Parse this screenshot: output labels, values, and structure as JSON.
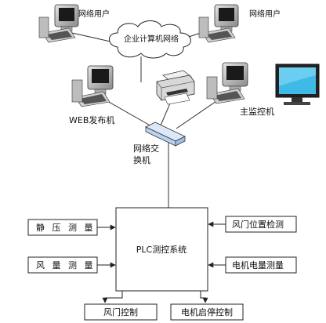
{
  "network": {
    "user_left": "网络用户",
    "user_right": "网络用户",
    "cloud": "企业计算机网络",
    "web_server": "WEB发布机",
    "main_monitor": "主监控机",
    "switch_line1": "网络交",
    "switch_line2": "换机"
  },
  "plc": {
    "title": "PLC测控系统"
  },
  "inputs": {
    "static_pressure": "静 压 测 量",
    "air_volume": "风 量 测 量",
    "damper_position": "风门位置检测",
    "motor_power": "电机电量测量"
  },
  "outputs": {
    "damper_control": "风门控制",
    "motor_control": "电机启停控制"
  },
  "colors": {
    "monitor_screen": "#3fb9e6",
    "switch_blue": "#b9d2f2",
    "cloud_fill": "#ffffff",
    "line": "#222222"
  }
}
